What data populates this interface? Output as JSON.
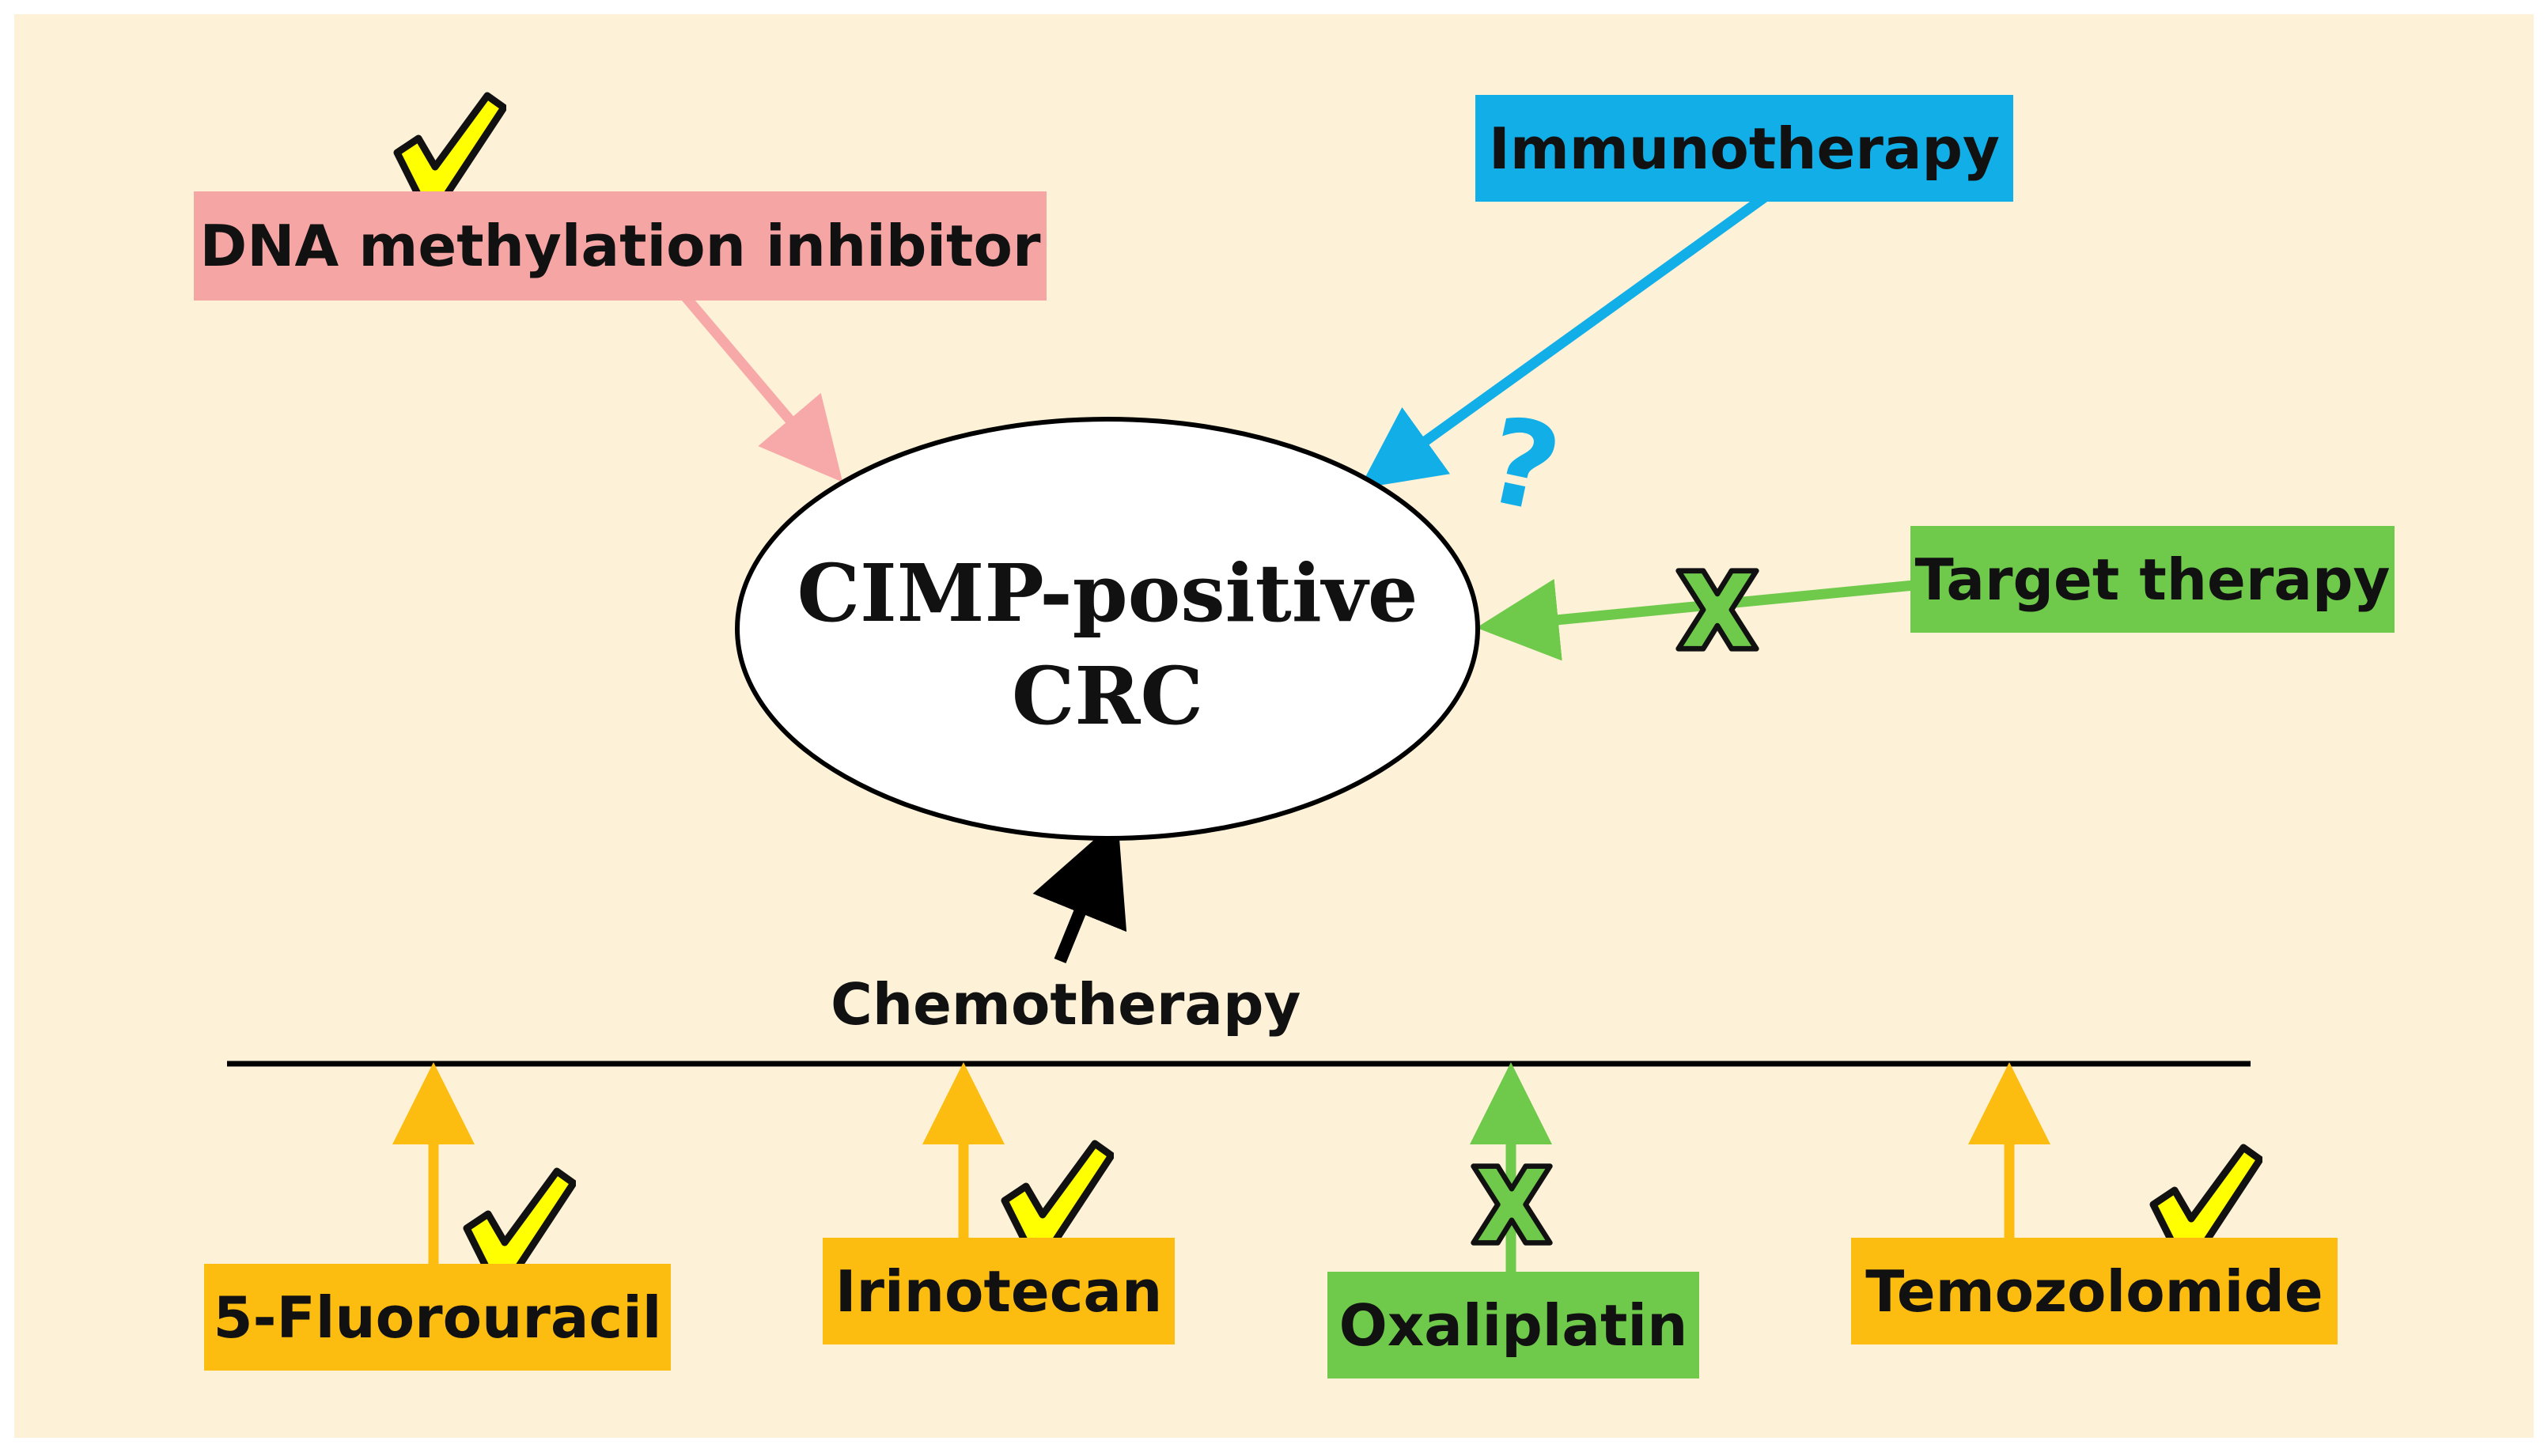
{
  "center": {
    "line1": "CIMP-positive",
    "line2": "CRC"
  },
  "nodes": {
    "dna": {
      "label": "DNA methylation inhibitor",
      "status": "check"
    },
    "immuno": {
      "label": "Immunotherapy",
      "status": "question",
      "status_glyph": "?"
    },
    "target": {
      "label": "Target therapy",
      "status": "cross"
    },
    "chemo": {
      "label": "Chemotherapy"
    }
  },
  "drugs": [
    {
      "label": "5-Fluorouracil",
      "status": "check"
    },
    {
      "label": "Irinotecan",
      "status": "check"
    },
    {
      "label": "Oxaliplatin",
      "status": "cross"
    },
    {
      "label": "Temozolomide",
      "status": "check"
    }
  ],
  "colors": {
    "background": "#fdf2d8",
    "dna_box": "#f6a5a5",
    "dna_arrow": "#f7a8a8",
    "immuno": "#12aee8",
    "target": "#6fc94b",
    "drug_box": "#fdbd10",
    "drug_arrow": "#fdbd10",
    "check_fill": "#ffff00",
    "cross_fill": "#6fc94b",
    "line": "#000000"
  },
  "icons": {
    "check": "check-mark-icon",
    "cross": "cross-mark-icon",
    "question": "question-mark-icon"
  }
}
